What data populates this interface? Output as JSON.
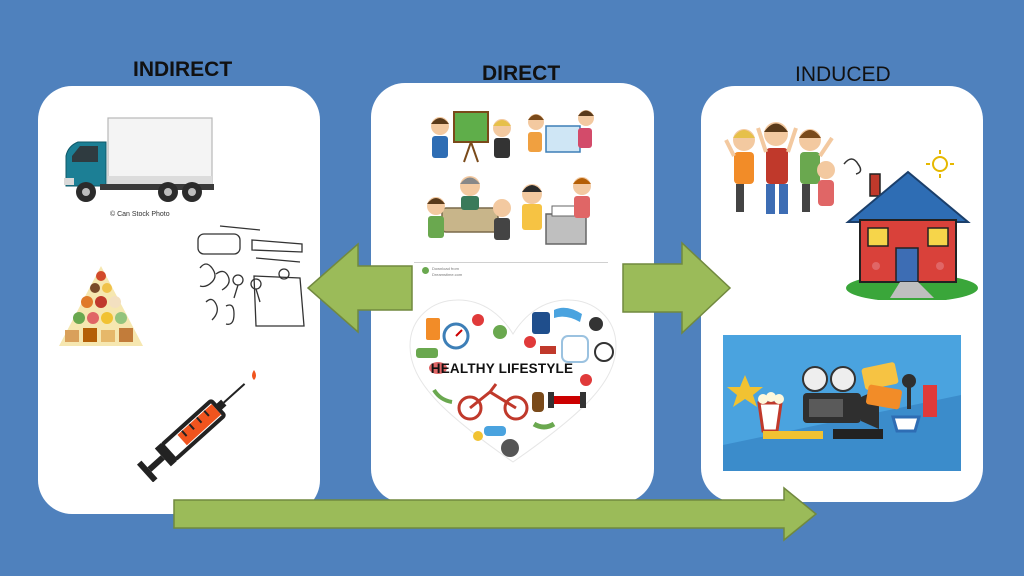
{
  "headings": {
    "indirect": "INDIRECT",
    "direct": "DIRECT",
    "induced": "INDUCED"
  },
  "indirect": {
    "truck_caption": "© Can Stock Photo"
  },
  "direct": {
    "watermark_lines": [
      "Download from",
      "Dreamstime.com"
    ],
    "heart_label": "HEALTHY LIFESTYLE"
  },
  "colors": {
    "background": "#4f81bd",
    "panel": "#ffffff",
    "arrow_fill": "#9bbb59",
    "arrow_stroke": "#71893f"
  }
}
